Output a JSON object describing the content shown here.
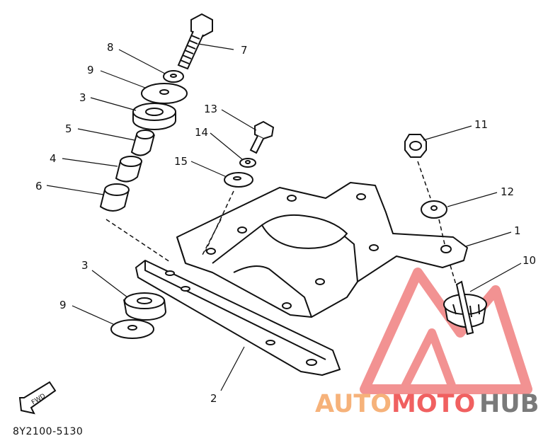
{
  "diagram": {
    "part_numbers": [
      "1",
      "2",
      "3",
      "3",
      "4",
      "5",
      "6",
      "7",
      "8",
      "9",
      "9",
      "10",
      "11",
      "12",
      "13",
      "14",
      "15"
    ],
    "fwd_label": "FWD",
    "code": "8Y2100-5130"
  },
  "watermark": {
    "part1": "AUTO",
    "part2": "MOTO",
    "part3": "HUB",
    "colors": {
      "auto": "#f6b27a",
      "moto": "#f06060",
      "hub": "#7a7a7a",
      "triangle": "#f08080"
    }
  }
}
